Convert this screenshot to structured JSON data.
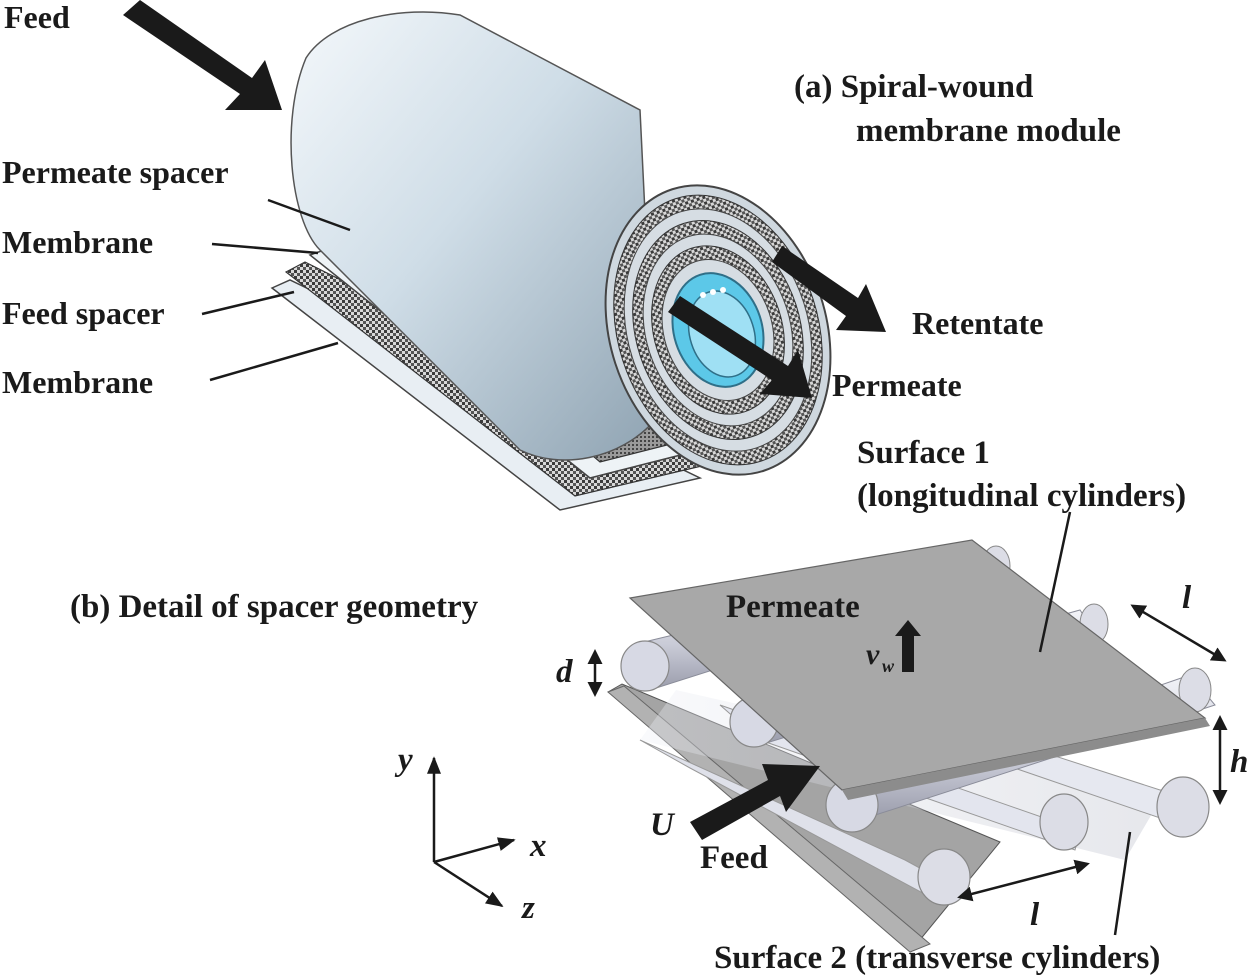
{
  "panel_a": {
    "title_line1": "(a) Spiral-wound",
    "title_line2": "membrane module",
    "labels": {
      "feed": "Feed",
      "permeate_spacer": "Permeate spacer",
      "membrane_top": "Membrane",
      "feed_spacer": "Feed spacer",
      "membrane_bottom": "Membrane",
      "retentate": "Retentate",
      "permeate": "Permeate"
    }
  },
  "panel_b": {
    "title": "(b) Detail of spacer geometry",
    "surface1_line1": "Surface 1",
    "surface1_line2": "(longitudinal cylinders)",
    "surface2": "Surface 2 (transverse cylinders)",
    "permeate": "Permeate",
    "feed": "Feed",
    "symbols": {
      "d": "d",
      "h": "h",
      "l_top": "l",
      "l_bottom": "l",
      "U": "U",
      "v": "v",
      "v_sub": "w"
    },
    "axes": {
      "x": "x",
      "y": "y",
      "z": "z"
    }
  },
  "colors": {
    "roll_body": "#d9e4ec",
    "roll_core": "#5cc8e8",
    "sheet_gray": "#9c9c9c",
    "cylinder": "#dcdde6",
    "arrow": "#1a1a1a"
  }
}
